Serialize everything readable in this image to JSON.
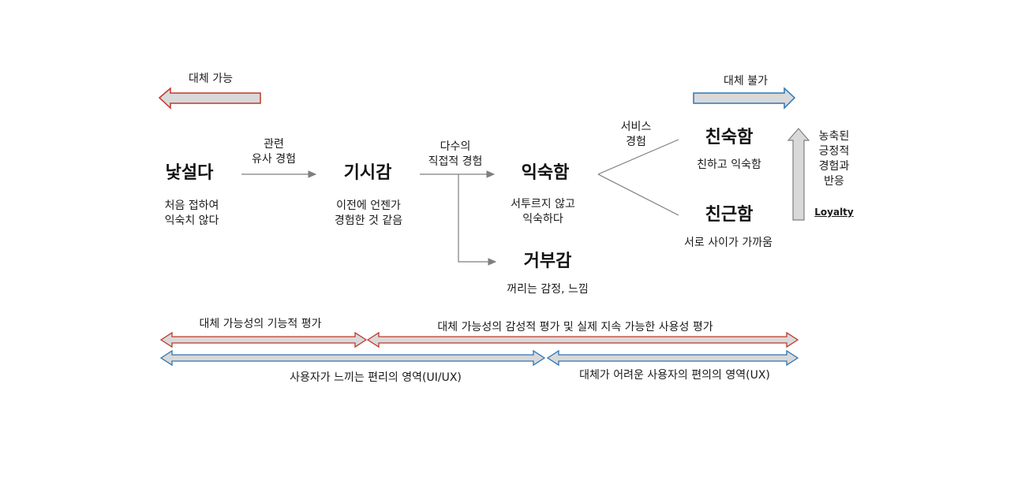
{
  "top": {
    "left_arrow_label": "대체 가능",
    "right_arrow_label": "대체 불가"
  },
  "stages": {
    "unfamiliar": {
      "title": "낯설다",
      "desc": [
        "처음 접하여",
        "익숙치 않다"
      ]
    },
    "deja_vu": {
      "title": "기시감",
      "desc": [
        "이전에 언젠가",
        "경험한 것 같음"
      ]
    },
    "familiar": {
      "title": "익숙함",
      "desc": [
        "서투르지 않고",
        "익숙하다"
      ]
    },
    "rejection": {
      "title": "거부감",
      "desc": [
        "꺼리는 감정, 느낌"
      ]
    },
    "intimacy": {
      "title": "친숙함",
      "desc": [
        "친하고 익숙함"
      ]
    },
    "closeness": {
      "title": "친근함",
      "desc": [
        "서로 사이가 가까움"
      ]
    }
  },
  "transitions": {
    "t1": [
      "관련",
      "유사 경험"
    ],
    "t2": [
      "다수의",
      "직접적 경험"
    ],
    "t3": [
      "서비스",
      "경험"
    ]
  },
  "side": {
    "label": [
      "농축된",
      "긍정적",
      "경험과",
      "반응"
    ],
    "loyalty": "Loyalty"
  },
  "bottom": {
    "red_left": "대체 가능성의 기능적 평가",
    "red_right": "대체 가능성의 감성적 평가 및 실제 지속 가능한 사용성 평가",
    "blue_left": "사용자가 느끼는 편리의 영역(UI/UX)",
    "blue_right": "대체가 어려운 사용자의 편의의 영역(UX)"
  },
  "colors": {
    "red": "#c0392b",
    "blue": "#2e75b6",
    "arrow_fill": "#d9d9d9",
    "line": "#7f7f7f"
  }
}
